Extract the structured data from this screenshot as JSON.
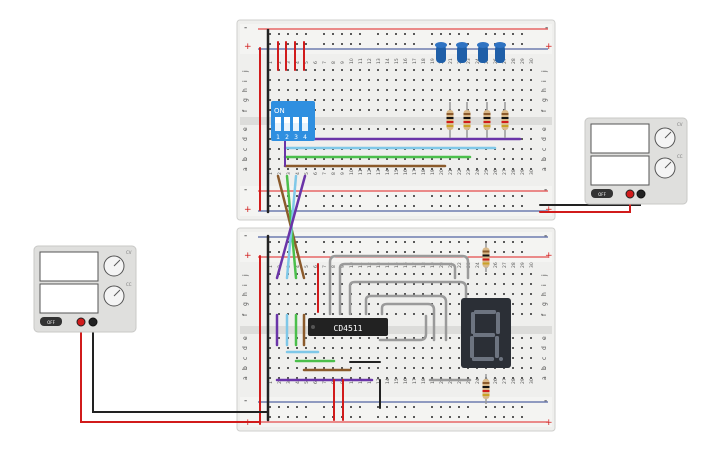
{
  "colors": {
    "board": "#eeeeec",
    "board_center": "#dcdcda",
    "hole": "#4a4a4a",
    "rail_red": "#e02020",
    "rail_blue": "#2a3f8f",
    "wire_black": "#222222",
    "wire_red": "#d11b1b",
    "wire_purple": "#6a34a8",
    "wire_cyan": "#7fc8e8",
    "wire_green": "#4bbf4b",
    "wire_brown": "#8b5a2b",
    "wire_gray": "#9a9a9a",
    "led_blue": "#1f5fa8",
    "dip_blue": "#2f8fe0",
    "seg_display": "#2b2f36"
  },
  "top_board": {
    "row_letters_left": [
      "j",
      "i",
      "h",
      "g",
      "f",
      "e",
      "d",
      "c",
      "b",
      "a"
    ],
    "column_numbers": [
      "1",
      "2",
      "3",
      "4",
      "5",
      "6",
      "7",
      "8",
      "9",
      "10",
      "11",
      "12",
      "13",
      "14",
      "15",
      "16",
      "17",
      "18",
      "19",
      "20",
      "21",
      "22",
      "23",
      "24",
      "25",
      "26",
      "27",
      "28",
      "29",
      "30"
    ],
    "rail_plus": "+",
    "rail_minus": "-"
  },
  "bottom_board": {
    "row_letters_left": [
      "j",
      "i",
      "h",
      "g",
      "f",
      "e",
      "d",
      "c",
      "b",
      "a"
    ],
    "column_numbers": [
      "1",
      "2",
      "3",
      "4",
      "5",
      "6",
      "7",
      "8",
      "9",
      "10",
      "11",
      "12",
      "13",
      "14",
      "15",
      "16",
      "17",
      "18",
      "19",
      "20",
      "21",
      "22",
      "23",
      "24",
      "25",
      "26",
      "27",
      "28",
      "29",
      "30"
    ],
    "rail_plus": "+",
    "rail_minus": "-"
  },
  "dip_switch": {
    "label": "ON",
    "positions": [
      "1",
      "2",
      "3",
      "4"
    ]
  },
  "chip": {
    "label": "CD4511"
  },
  "seven_segment": {
    "digit": "8"
  },
  "power_supply_right": {
    "off_label": "OFF",
    "knob_labels": [
      "CV",
      "CC"
    ]
  },
  "power_supply_left": {
    "off_label": "OFF",
    "knob_labels": [
      "CV",
      "CC"
    ]
  }
}
